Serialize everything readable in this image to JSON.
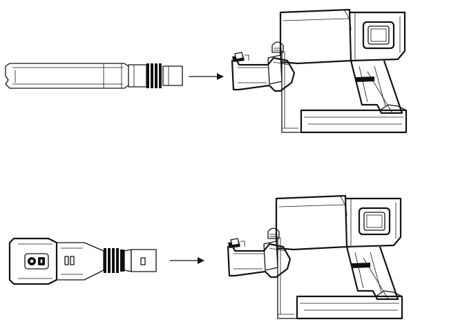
{
  "figure": {
    "colors": {
      "line": "#111111",
      "background": "#ffffff"
    },
    "steps": [
      {
        "attachment": "crevice-tool",
        "arrow_icon": "right-arrow-icon",
        "device": "handheld-vacuum"
      },
      {
        "attachment": "brush-tool",
        "arrow_icon": "right-arrow-icon",
        "device": "handheld-vacuum"
      }
    ]
  }
}
